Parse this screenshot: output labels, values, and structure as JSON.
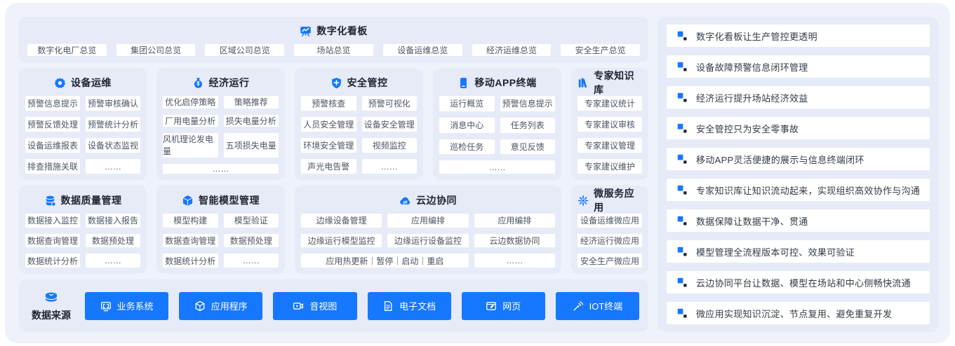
{
  "colors": {
    "accent_blue": "#1677ff",
    "panel_bg": "#e6ebf7",
    "outer_bg": "#eff2fa",
    "icon_dark": "#20242c"
  },
  "dashboard": {
    "title": "数字化看板",
    "icon": "presentation-chart-icon",
    "items": [
      "数字化电厂总览",
      "集团公司总览",
      "区域公司总览",
      "场站总览",
      "设备运维总览",
      "经济运维总览",
      "安全生产总览"
    ]
  },
  "sections": {
    "device": {
      "title": "设备运维",
      "icon": "gear-icon",
      "items": [
        "预警信息提示",
        "预警审核确认",
        "预警反馈处理",
        "预警统计分析",
        "设备运维报表",
        "设备状态监视",
        "排查措施关联",
        "……"
      ]
    },
    "economy": {
      "title": "经济运行",
      "icon": "money-bag-icon",
      "items": [
        "优化启停策略",
        "策略推荐",
        "厂用电量分析",
        "损失电量分析",
        "风机理论发电量",
        "五项损失电量",
        "……"
      ]
    },
    "safety": {
      "title": "安全管控",
      "icon": "shield-icon",
      "items": [
        "预警核查",
        "预警可视化",
        "人员安全管理",
        "设备安全管理",
        "环境安全管理",
        "视频监控",
        "声光电告警",
        "……"
      ]
    },
    "mobile": {
      "title": "移动APP终端",
      "icon": "mobile-phone-icon",
      "items": [
        "运行概览",
        "预警信息提示",
        "消息中心",
        "任务列表",
        "巡检任务",
        "意见反馈",
        "……"
      ]
    },
    "expert": {
      "title": "专家知识库",
      "icon": "books-icon",
      "items": [
        "专家建议统计",
        "专家建议审核",
        "专家建议管理",
        "专家建议维护"
      ]
    },
    "data_quality": {
      "title": "数据质量管理",
      "icon": "database-icon",
      "items": [
        "数据接入监控",
        "数据接入报告",
        "数据查询管理",
        "数据预处理",
        "数据统计分析",
        "……"
      ]
    },
    "model": {
      "title": "智能模型管理",
      "icon": "cube-icon",
      "items": [
        "模型构建",
        "模型验证",
        "数据查询管理",
        "数据预处理",
        "数据统计分析",
        "……"
      ]
    },
    "cloud_edge": {
      "title": "云边协同",
      "icon": "cloud-icon",
      "items": [
        "边缘设备管理",
        "应用编排",
        "应用编排",
        "边缘运行模型监控",
        "边缘运行设备监控",
        "云边数据协同",
        "应用热更新｜暂停｜启动｜重启",
        "……"
      ]
    },
    "microservice": {
      "title": "微服务应用",
      "icon": "asterisk-node-icon",
      "items": [
        "设备运维微应用",
        "经济运行微应用",
        "安全生产微应用"
      ]
    }
  },
  "data_source": {
    "title": "数据来源",
    "icon": "data-stack-icon",
    "buttons": [
      {
        "label": "业务系统",
        "icon": "system-monitor-icon"
      },
      {
        "label": "应用程序",
        "icon": "app-cube-icon"
      },
      {
        "label": "音视图",
        "icon": "video-icon"
      },
      {
        "label": "电子文档",
        "icon": "document-icon"
      },
      {
        "label": "网页",
        "icon": "webpage-icon"
      },
      {
        "label": "IOT终端",
        "icon": "iot-antenna-icon"
      }
    ]
  },
  "benefits": [
    "数字化看板让生产管控更透明",
    "设备故障预警信息闭环管理",
    "经济运行提升场站经济效益",
    "安全管控只为安全零事故",
    "移动APP灵活便捷的展示与信息终端闭环",
    "专家知识库让知识流动起来，实现组织高效协作与沟通",
    "数据保障让数据干净、贯通",
    "模型管理全流程版本可控、效果可验证",
    "云边协同平台让数据、模型在场站和中心侧畅快流通",
    "微应用实现知识沉淀、节点复用、避免重复开发"
  ]
}
